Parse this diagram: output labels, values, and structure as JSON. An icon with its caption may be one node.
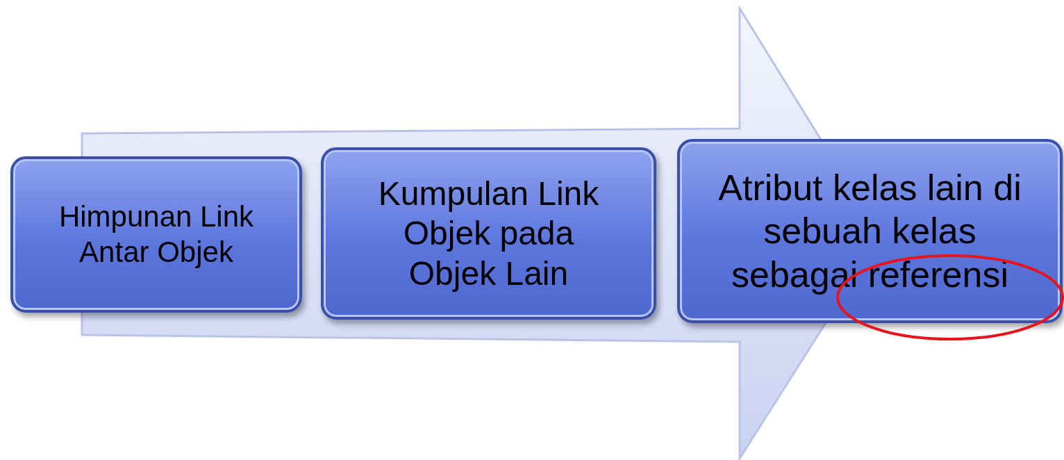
{
  "diagram": {
    "nodes": [
      {
        "text": [
          "Himpunan Link Antar Objek"
        ]
      },
      {
        "text": [
          "Kumpulan Link Objek pada Objek Lain"
        ]
      },
      {
        "text": [
          "Atribut kelas lain di sebuah kelas sebagai referensi"
        ]
      }
    ]
  }
}
